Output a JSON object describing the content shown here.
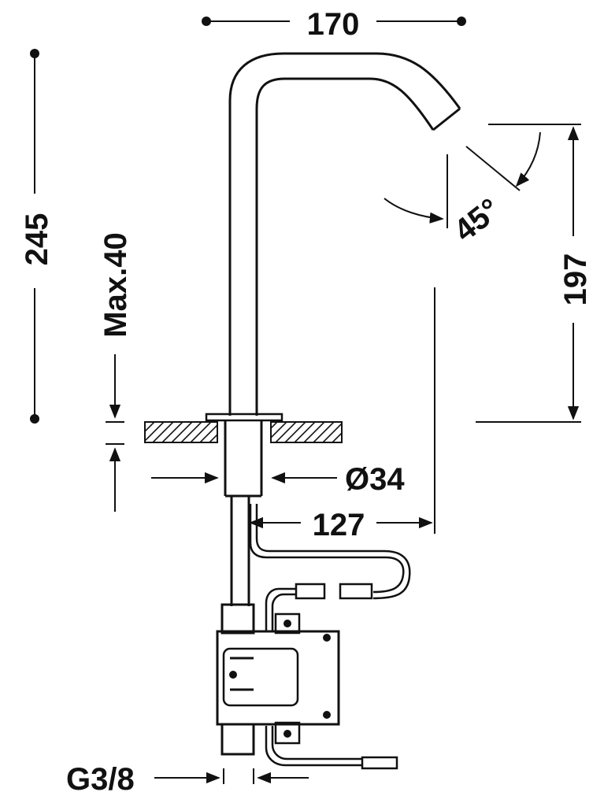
{
  "dimensions": {
    "width_top": "170",
    "height_total": "245",
    "max_deck": "Max.40",
    "spout_height": "197",
    "angle": "45°",
    "diameter": "Ø34",
    "reach": "127",
    "thread": "G3/8"
  }
}
